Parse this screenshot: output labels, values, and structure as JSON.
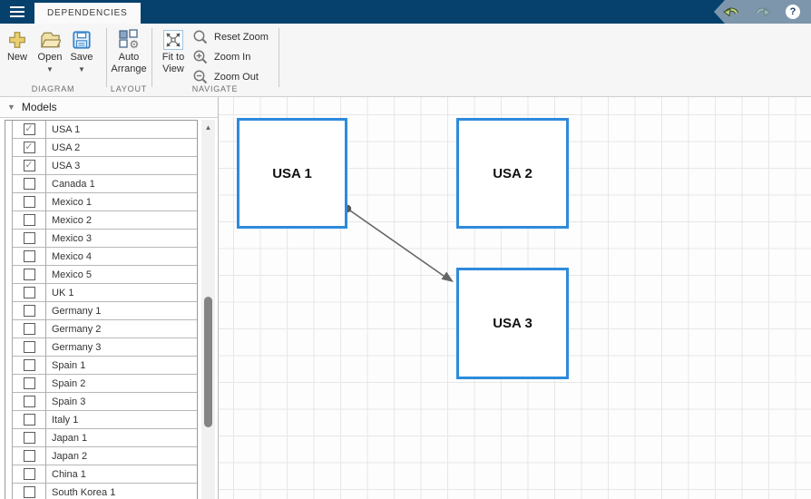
{
  "titlebar": {
    "tab": "DEPENDENCIES",
    "help_label": "?"
  },
  "toolbar": {
    "diagram": {
      "label": "DIAGRAM",
      "new": "New",
      "open": "Open",
      "save": "Save"
    },
    "layout": {
      "label": "LAYOUT",
      "auto_arrange": "Auto Arrange"
    },
    "navigate": {
      "label": "NAVIGATE",
      "fit_to_view": "Fit to View",
      "reset_zoom": "Reset Zoom",
      "zoom_in": "Zoom In",
      "zoom_out": "Zoom Out"
    }
  },
  "sidebar": {
    "header": "Models",
    "models": [
      {
        "name": "USA 1",
        "checked": true
      },
      {
        "name": "USA 2",
        "checked": true
      },
      {
        "name": "USA 3",
        "checked": true
      },
      {
        "name": "Canada 1",
        "checked": false
      },
      {
        "name": "Mexico 1",
        "checked": false
      },
      {
        "name": "Mexico 2",
        "checked": false
      },
      {
        "name": "Mexico 3",
        "checked": false
      },
      {
        "name": "Mexico 4",
        "checked": false
      },
      {
        "name": "Mexico 5",
        "checked": false
      },
      {
        "name": "UK 1",
        "checked": false
      },
      {
        "name": "Germany 1",
        "checked": false
      },
      {
        "name": "Germany 2",
        "checked": false
      },
      {
        "name": "Germany 3",
        "checked": false
      },
      {
        "name": "Spain 1",
        "checked": false
      },
      {
        "name": "Spain 2",
        "checked": false
      },
      {
        "name": "Spain 3",
        "checked": false
      },
      {
        "name": "Italy 1",
        "checked": false
      },
      {
        "name": "Japan 1",
        "checked": false
      },
      {
        "name": "Japan 2",
        "checked": false
      },
      {
        "name": "China 1",
        "checked": false
      },
      {
        "name": "South Korea 1",
        "checked": false
      }
    ]
  },
  "diagram": {
    "nodes": [
      "USA 1",
      "USA 2",
      "USA 3"
    ],
    "edges": [
      {
        "from": "USA 1",
        "to": "USA 3"
      }
    ]
  },
  "colors": {
    "topbar_navy": "#05416c",
    "quick_access_blue": "#7d96ac",
    "node_border_blue": "#2e8bdb",
    "grid_gray": "#e7e7e7",
    "arrow_gray": "#666666"
  }
}
